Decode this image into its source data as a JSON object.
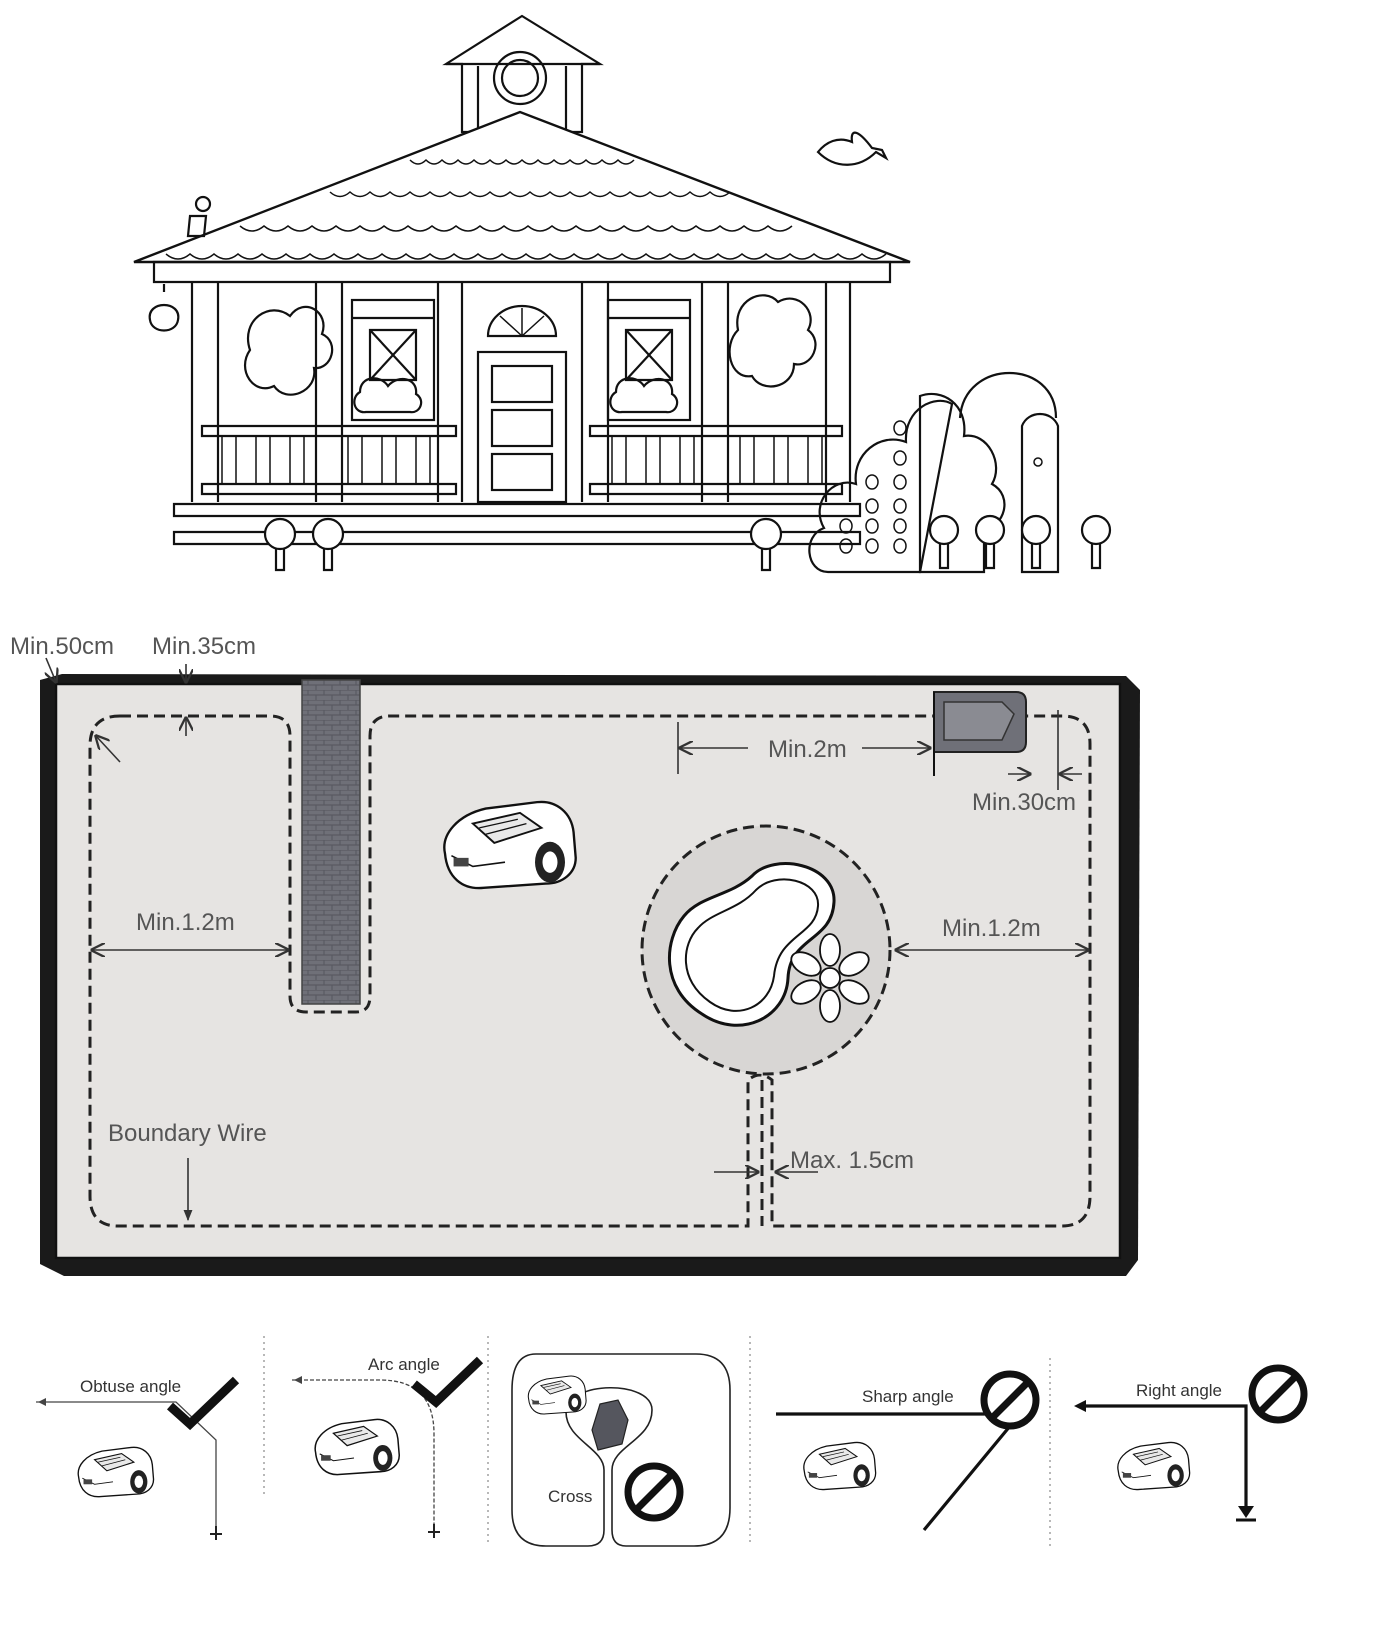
{
  "dimensions": {
    "min_50cm": "Min.50cm",
    "min_35cm": "Min.35cm",
    "min_2m": "Min.2m",
    "min_30cm": "Min.30cm",
    "min_1_2m_left": "Min.1.2m",
    "min_1_2m_right": "Min.1.2m",
    "boundary_wire": "Boundary Wire",
    "max_1_5cm": "Max. 1.5cm"
  },
  "wire_examples": [
    {
      "label": "Obtuse angle",
      "verdict": "allowed",
      "icon": "check-icon"
    },
    {
      "label": "Arc angle",
      "verdict": "allowed",
      "icon": "check-icon"
    },
    {
      "label": "Cross",
      "verdict": "not-allowed",
      "icon": "prohibited-icon"
    },
    {
      "label": "Sharp angle",
      "verdict": "not-allowed",
      "icon": "prohibited-icon"
    },
    {
      "label": "Right angle",
      "verdict": "not-allowed",
      "icon": "prohibited-icon"
    }
  ],
  "colors": {
    "lawn": "#e6e4e2",
    "path_stone": "#6f7078",
    "ink": "#111111",
    "label": "#555555"
  }
}
